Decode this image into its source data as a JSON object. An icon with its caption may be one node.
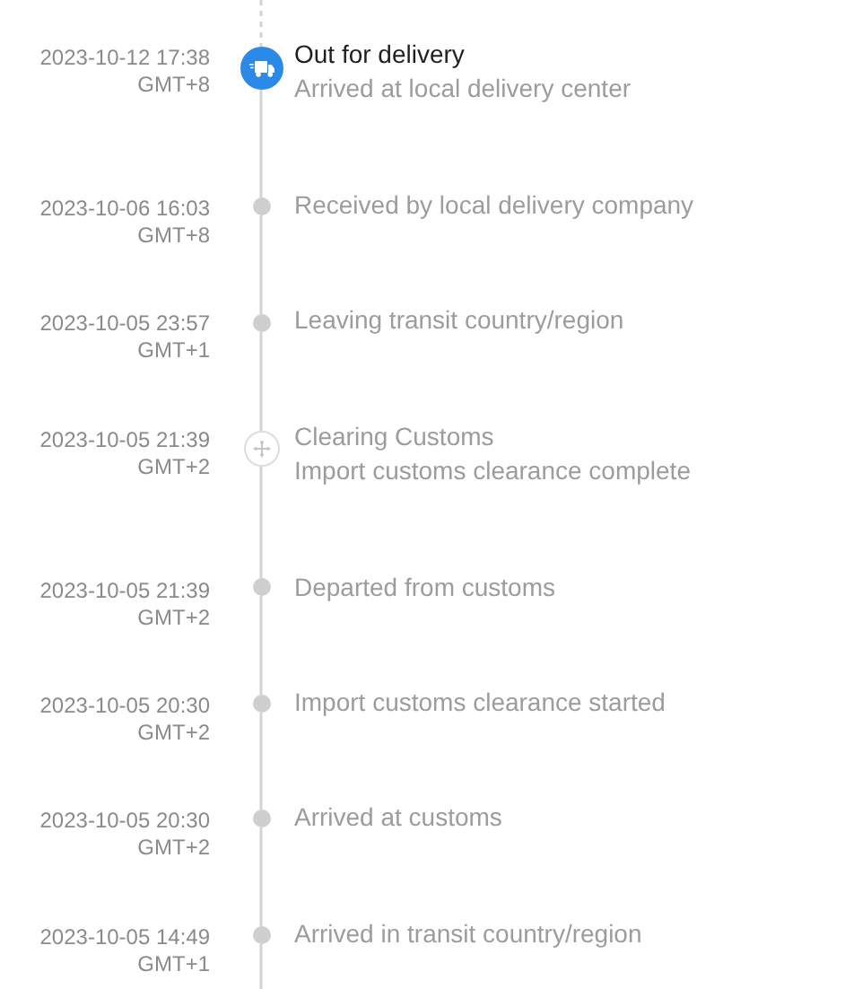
{
  "diagram": {
    "nodes": [
      {
        "text": [],
        "shape": "circle",
        "beside": [
          "2023-10-12 17:38",
          "GMT+8",
          "Out for delivery",
          "Arrived at local delivery center"
        ]
      },
      {
        "text": [],
        "shape": "circle",
        "beside": [
          "2023-10-06 16:03",
          "GMT+8",
          "Received by local delivery company"
        ]
      },
      {
        "text": [],
        "shape": "circle",
        "beside": [
          "2023-10-05 23:57",
          "GMT+1",
          "Leaving transit country/region"
        ]
      },
      {
        "text": [],
        "shape": "circle",
        "beside": [
          "2023-10-05 21:39",
          "GMT+2",
          "Clearing Customs",
          "Import customs clearance complete"
        ]
      },
      {
        "text": [],
        "shape": "circle",
        "beside": [
          "2023-10-05 21:39",
          "GMT+2",
          "Departed from customs"
        ]
      },
      {
        "text": [],
        "shape": "circle",
        "beside": [
          "2023-10-05 20:30",
          "GMT+2",
          "Import customs clearance started"
        ]
      },
      {
        "text": [],
        "shape": "circle",
        "beside": [
          "2023-10-05 20:30",
          "GMT+2",
          "Arrived at customs"
        ]
      },
      {
        "text": [],
        "shape": "circle",
        "beside": [
          "2023-10-05 14:49",
          "GMT+1",
          "Arrived in transit country/region"
        ]
      }
    ],
    "edges": [
      {
        "from": null,
        "to": 0,
        "arrow": "none",
        "style": "dashed"
      },
      {
        "from": 0,
        "to": 1,
        "arrow": "none"
      },
      {
        "from": 1,
        "to": 2,
        "arrow": "none"
      },
      {
        "from": 2,
        "to": 3,
        "arrow": "none"
      },
      {
        "from": 3,
        "to": 4,
        "arrow": "none"
      },
      {
        "from": 4,
        "to": 5,
        "arrow": "none"
      },
      {
        "from": 5,
        "to": 6,
        "arrow": "none"
      },
      {
        "from": 6,
        "to": 7,
        "arrow": "none"
      },
      {
        "from": 7,
        "to": null,
        "arrow": "none"
      }
    ]
  }
}
